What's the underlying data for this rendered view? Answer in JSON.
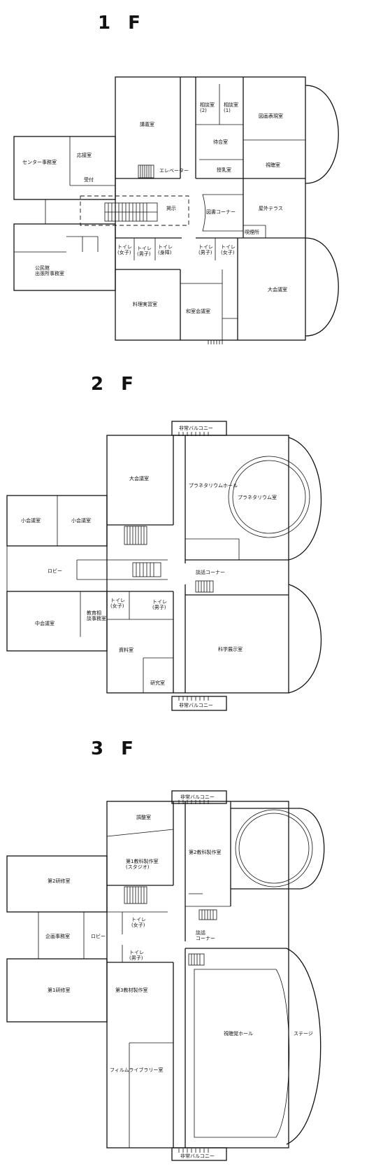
{
  "floors": {
    "f1": {
      "title": "1 F",
      "rooms": {
        "center_office": "センター事務室",
        "reception_room": "応接室",
        "reception_desk": "受付",
        "lecture_room": "講義室",
        "elevator": "エレベーター",
        "consult_2": "相談室\n(2)",
        "consult_1": "相談室\n(1)",
        "waiting_room": "待合室",
        "nursing_room": "授乳室",
        "art_room": "図画表現室",
        "viewing_room": "視聴室",
        "library_corner": "図書コーナー",
        "outdoor_terrace": "屋外テラス",
        "smoking_area": "喫煙所",
        "notice": "掲示",
        "toilet_female": "トイレ\n(女子)",
        "toilet_male": "トイレ\n(男子)",
        "toilet_accessible": "トイレ\n(身障)",
        "toilet_male_2": "トイレ\n(男子)",
        "toilet_female_2": "トイレ\n(女子)",
        "kominkan_office": "公民館\n出張所事務室",
        "cooking_room": "料理実習室",
        "japanese_room": "和室会議室",
        "large_meeting_room": "大会議室"
      }
    },
    "f2": {
      "title": "2 F",
      "rooms": {
        "medium_meeting_room": "大会議室",
        "small_meeting_room_a": "小会議室",
        "small_meeting_room_b": "小会議室",
        "lobby": "ロビー",
        "medium_room": "中会議室",
        "edu_office": "教育相\n談事務室",
        "toilet_female": "トイレ\n(女子)",
        "toilet_male": "トイレ\n(男子)",
        "planetarium_hall": "プラネタリウムホール",
        "planetarium": "プラネタリウム室",
        "talk_corner": "談話コーナー",
        "science_exhibit": "科学展示室",
        "materials_room": "資料室",
        "research_room": "研究室",
        "emergency_balcony_top": "非常バルコニー",
        "emergency_balcony_bottom": "非常バルコニー"
      }
    },
    "f3": {
      "title": "3 F",
      "rooms": {
        "emergency_balcony_top": "非常バルコニー",
        "control_room": "調整室",
        "studio": "第1教科製作室\n(スタジオ)",
        "studio_2": "第2教科製作室",
        "training_room_2": "第2研修室",
        "planning_office": "企画事務室",
        "lobby": "ロビー",
        "toilet_female": "トイレ\n(女子)",
        "toilet_male": "トイレ\n(男子)",
        "talk_corner": "談話\nコーナー",
        "training_room_1": "第1研修室",
        "studio_3": "第3教材製作室",
        "film_library": "フィルムライブラリー室",
        "audiovisual_hall": "視聴覚ホール",
        "stage": "ステージ",
        "emergency_balcony_bottom": "非常バルコニー"
      }
    }
  }
}
